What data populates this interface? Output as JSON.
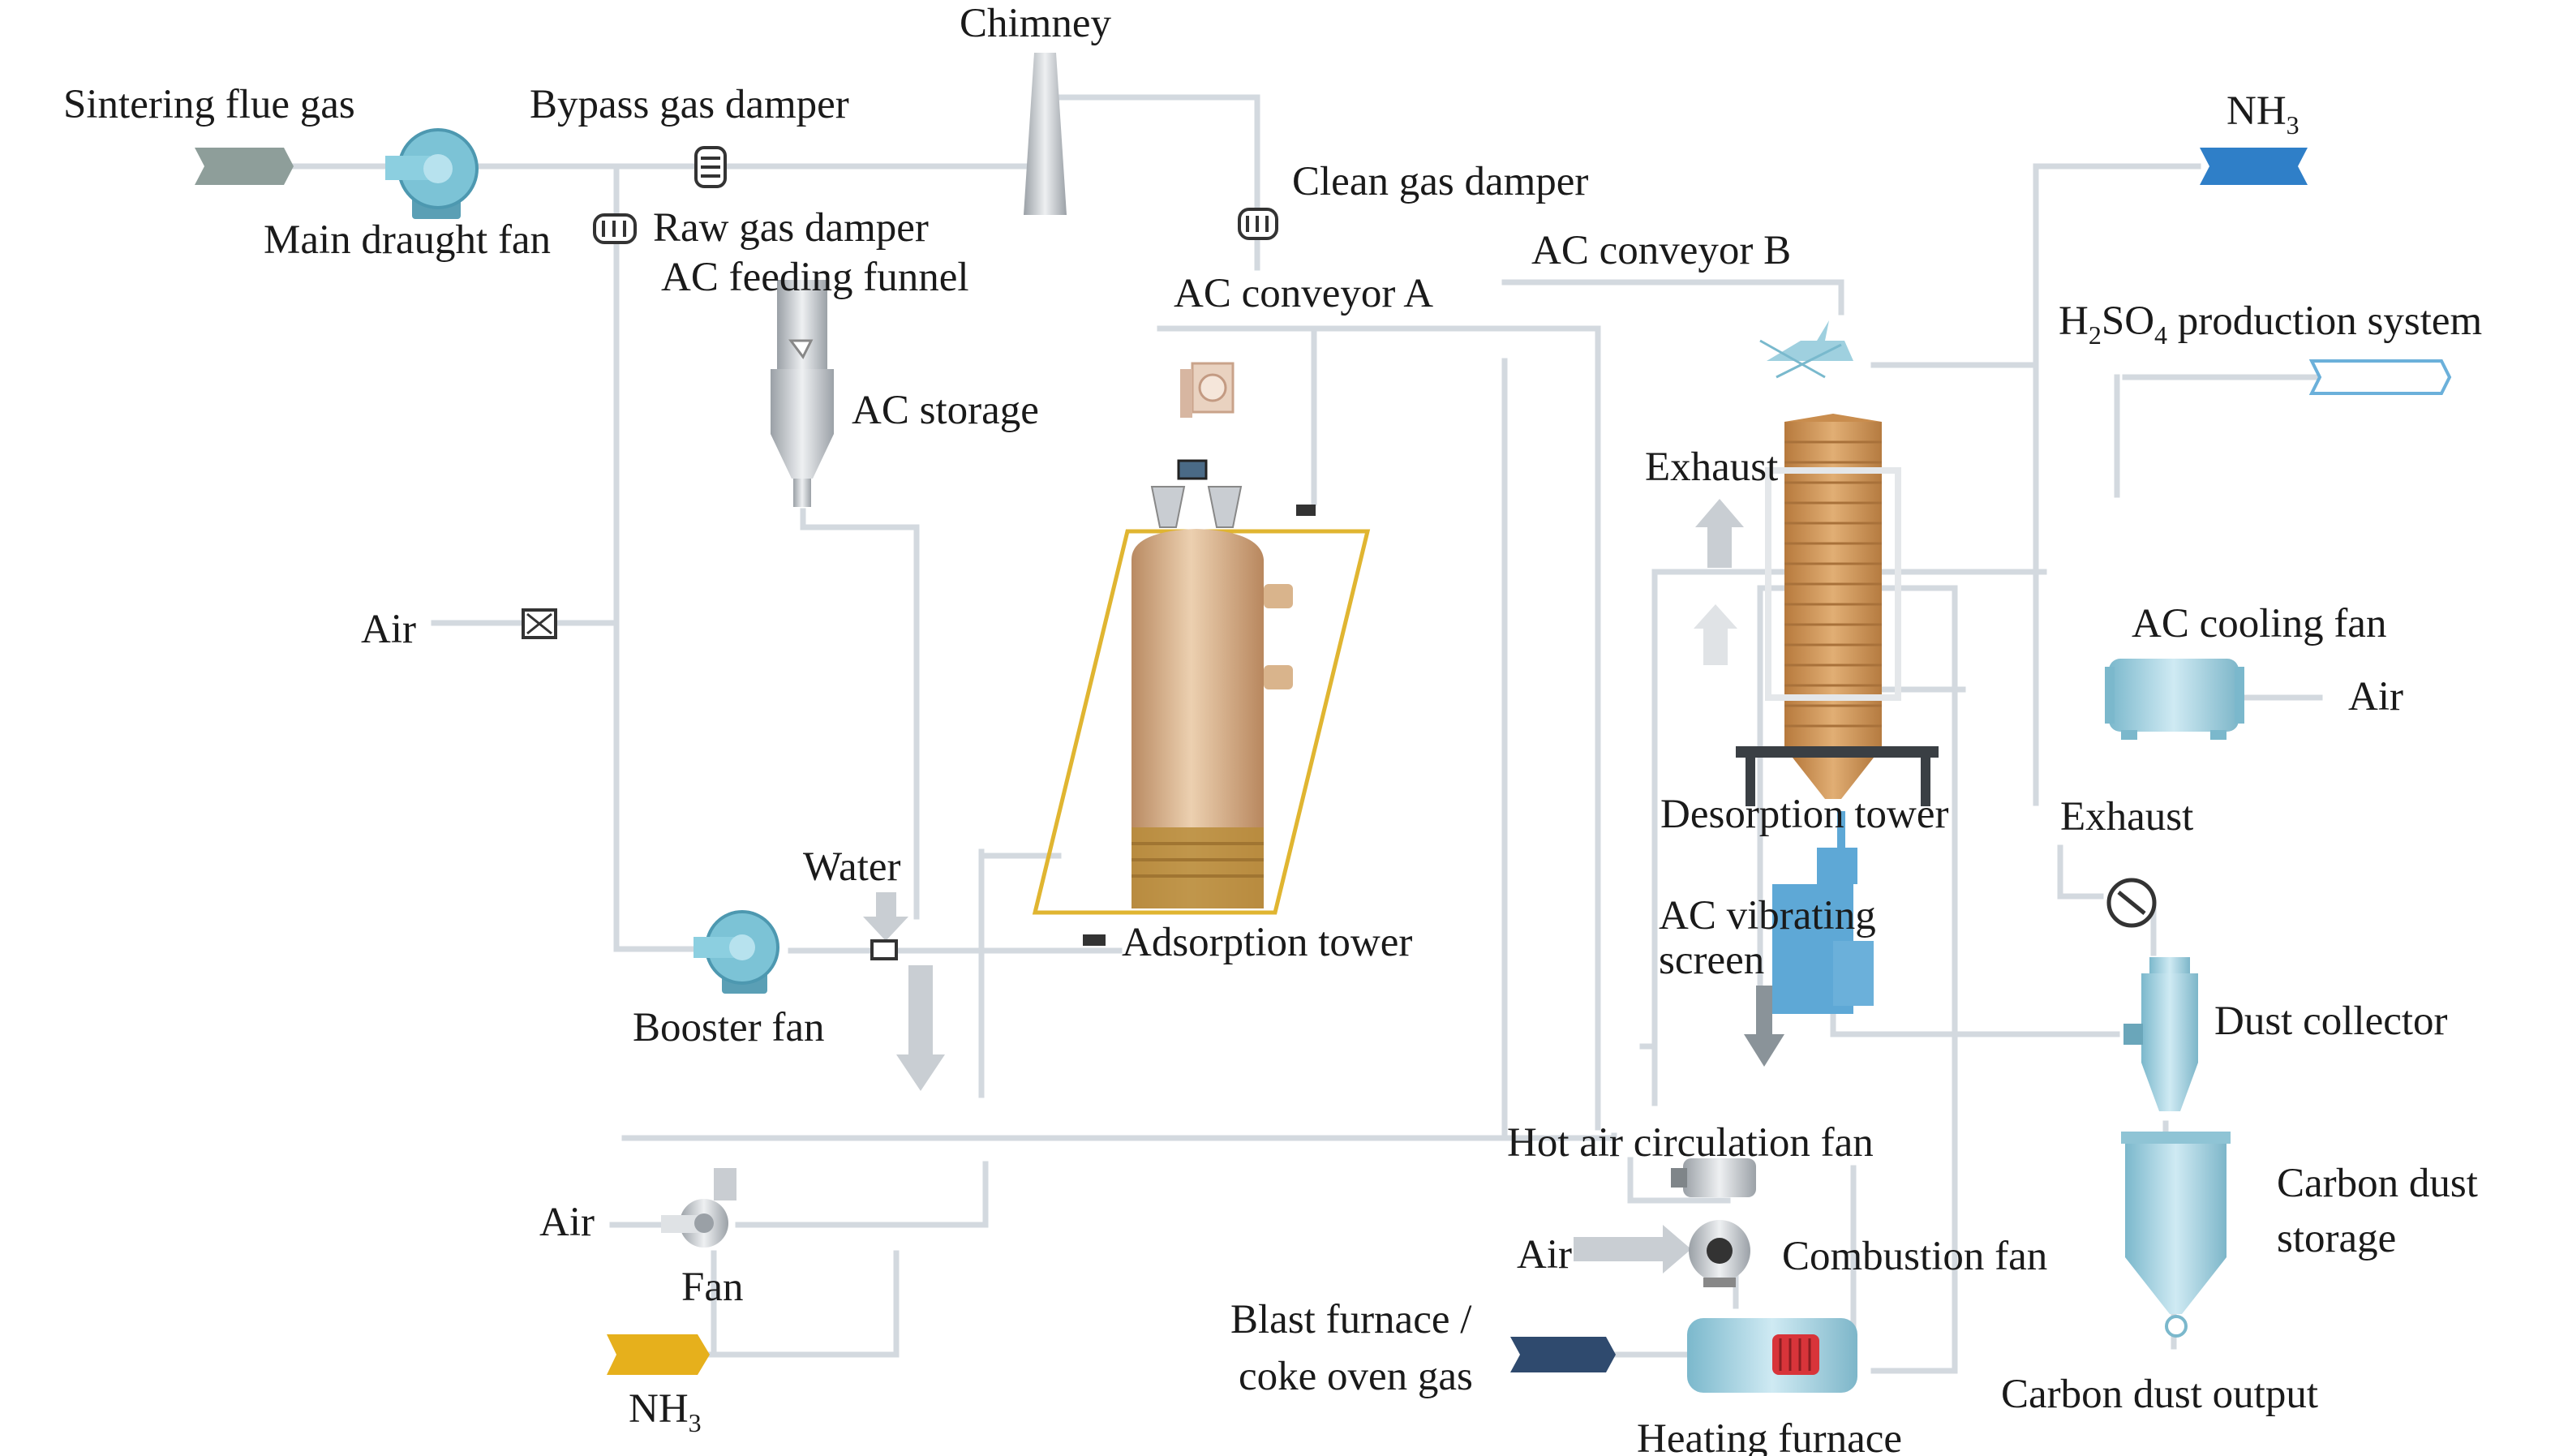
{
  "labels": {
    "sintering_flue_gas": "Sintering flue gas",
    "bypass_gas_damper": "Bypass gas damper",
    "chimney": "Chimney",
    "main_draught_fan": "Main draught fan",
    "raw_gas_damper": "Raw gas damper",
    "ac_feeding_funnel": "AC feeding funnel",
    "clean_gas_damper": "Clean gas damper",
    "ac_conveyor_a": "AC conveyor A",
    "ac_conveyor_b": "AC conveyor B",
    "nh3_top": "NH",
    "nh3_top_sub": "3",
    "h2so4_h": "H",
    "h2so4_sub2": "2",
    "h2so4_so": "SO",
    "h2so4_sub4": "4",
    "h2so4_rest": " production system",
    "ac_storage": "AC storage",
    "exhaust_upper": "Exhaust",
    "air_left": "Air",
    "ac_cooling_fan": "AC cooling fan",
    "air_right": "Air",
    "desorption_tower": "Desorption tower",
    "exhaust_lower": "Exhaust",
    "water": "Water",
    "ac_vibrating_screen_1": "AC vibrating",
    "ac_vibrating_screen_2": "screen",
    "adsorption_tower": "Adsorption tower",
    "booster_fan": "Booster fan",
    "dust_collector": "Dust collector",
    "hot_air_circulation_fan": "Hot air circulation fan",
    "carbon_dust_storage_1": "Carbon dust",
    "carbon_dust_storage_2": "storage",
    "air_fan": "Air",
    "fan": "Fan",
    "air_combustion": "Air",
    "combustion_fan": "Combustion fan",
    "blast_furnace_1": "Blast furnace /",
    "blast_furnace_2": "coke oven gas",
    "nh3_bottom": "NH",
    "nh3_bottom_sub": "3",
    "carbon_dust_output": "Carbon dust output",
    "heating_furnace": "Heating furnace"
  },
  "colors": {
    "pipe": "#d3d9df",
    "inlet_gas": "#8e9e9a",
    "nh3_blue": "#2f7fc8",
    "nh3_yellow": "#e6b01c",
    "blast_gas": "#2f4a6e",
    "fan_blue": "#7cc3d6",
    "tower_tan": "#d9b48c",
    "desorption_tan": "#c98d4e",
    "frame_yellow": "#e0b531",
    "equipment_blue": "#9fd0df"
  }
}
